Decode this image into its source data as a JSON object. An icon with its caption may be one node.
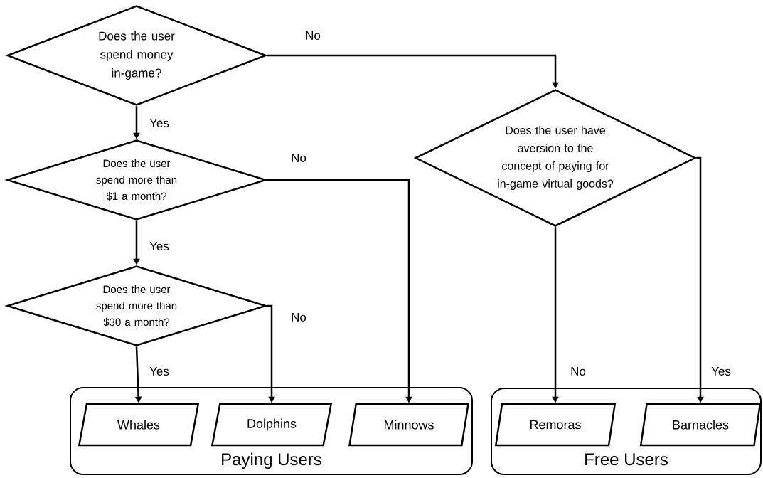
{
  "diagram": {
    "nodes": [
      {
        "text": [
          "Does the user spend money in-game?"
        ]
      },
      {
        "text": [
          "Does the user have aversion to the concept of paying for in-game virtual goods?"
        ]
      },
      {
        "text": [
          "Does the user spend more than $1 a month?"
        ]
      },
      {
        "text": [
          "Does the user spend more than $30 a month?"
        ]
      },
      {
        "text": [
          "Paying Users"
        ]
      },
      {
        "text": [
          "Whales"
        ],
        "in": 4
      },
      {
        "text": [
          "Dolphins"
        ],
        "in": 4
      },
      {
        "text": [
          "Minnows"
        ],
        "in": 4
      },
      {
        "text": [
          "Free Users"
        ]
      },
      {
        "text": [
          "Remoras"
        ],
        "in": 8
      },
      {
        "text": [
          "Barnacles"
        ],
        "in": 8
      }
    ],
    "edges": [
      {
        "from": 0,
        "to": 1,
        "arrow": "to",
        "label": "No"
      },
      {
        "from": 0,
        "to": 2,
        "arrow": "to",
        "label": "Yes"
      },
      {
        "from": 2,
        "to": 7,
        "arrow": "to",
        "label": "No"
      },
      {
        "from": 2,
        "to": 3,
        "arrow": "to",
        "label": "Yes"
      },
      {
        "from": 3,
        "to": 6,
        "arrow": "to",
        "label": "No"
      },
      {
        "from": 3,
        "to": 5,
        "arrow": "to",
        "label": "Yes"
      },
      {
        "from": 1,
        "to": 9,
        "arrow": "to",
        "label": "No"
      },
      {
        "from": 1,
        "to": 10,
        "arrow": "to",
        "label": "Yes"
      }
    ]
  }
}
